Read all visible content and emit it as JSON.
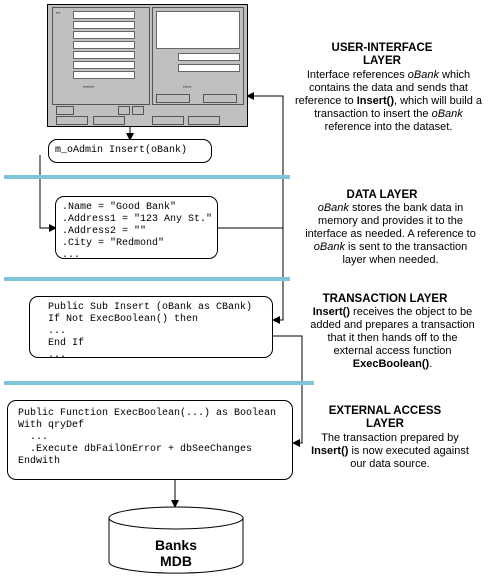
{
  "ui_layer": {
    "title": "USER-INTERFACE LAYER",
    "description_parts": [
      {
        "t": "Interface references ",
        "b": false,
        "i": false
      },
      {
        "t": "oBank",
        "b": false,
        "i": true
      },
      {
        "t": " which contains the data and sends that reference to ",
        "b": false,
        "i": false
      },
      {
        "t": "Insert()",
        "b": true,
        "i": false
      },
      {
        "t": ", which will build a transaction to insert the ",
        "b": false,
        "i": false
      },
      {
        "t": "oBank",
        "b": false,
        "i": true
      },
      {
        "t": " reference into the dataset.",
        "b": false,
        "i": false
      }
    ],
    "code": "m_oAdmin Insert(oBank)"
  },
  "data_layer": {
    "title": "DATA LAYER",
    "description_parts": [
      {
        "t": "oBank",
        "b": false,
        "i": true
      },
      {
        "t": " stores the bank data in memory and provides it to the interface as needed. A reference to ",
        "b": false,
        "i": false
      },
      {
        "t": "oBank",
        "b": false,
        "i": true
      },
      {
        "t": " is sent to the transaction layer when needed.",
        "b": false,
        "i": false
      }
    ],
    "code_lines": [
      ".Name = \"Good Bank\"",
      ".Address1 = \"123 Any St.\"",
      ".Address2 = \"\"",
      ".City = \"Redmond\"",
      "..."
    ]
  },
  "transaction_layer": {
    "title": "TRANSACTION LAYER",
    "description_parts": [
      {
        "t": "Insert()",
        "b": true,
        "i": false
      },
      {
        "t": " receives the object to be added and prepares a transaction that it then hands off to the external access function ",
        "b": false,
        "i": false
      },
      {
        "t": "ExecBoolean()",
        "b": true,
        "i": false
      },
      {
        "t": ".",
        "b": false,
        "i": false
      }
    ],
    "code_lines": [
      "Public Sub Insert (oBank as CBank)",
      "If Not ExecBoolean() then",
      "...",
      "End If",
      "..."
    ]
  },
  "external_layer": {
    "title": "EXTERNAL ACCESS LAYER",
    "description_parts": [
      {
        "t": "The transaction prepared by ",
        "b": false,
        "i": false
      },
      {
        "t": "Insert()",
        "b": true,
        "i": false
      },
      {
        "t": " is now executed against our data source.",
        "b": false,
        "i": false
      }
    ],
    "code_lines": [
      "Public Function ExecBoolean(...) as Boolean",
      "With qryDef",
      "  ...",
      "  .Execute dbFailOnError + dbSeeChanges",
      "Endwith"
    ]
  },
  "database": {
    "label_line1": "Banks",
    "label_line2": "MDB"
  },
  "colors": {
    "divider": "#7fc4d9",
    "screenshot_bg": "#c0c0c0"
  }
}
